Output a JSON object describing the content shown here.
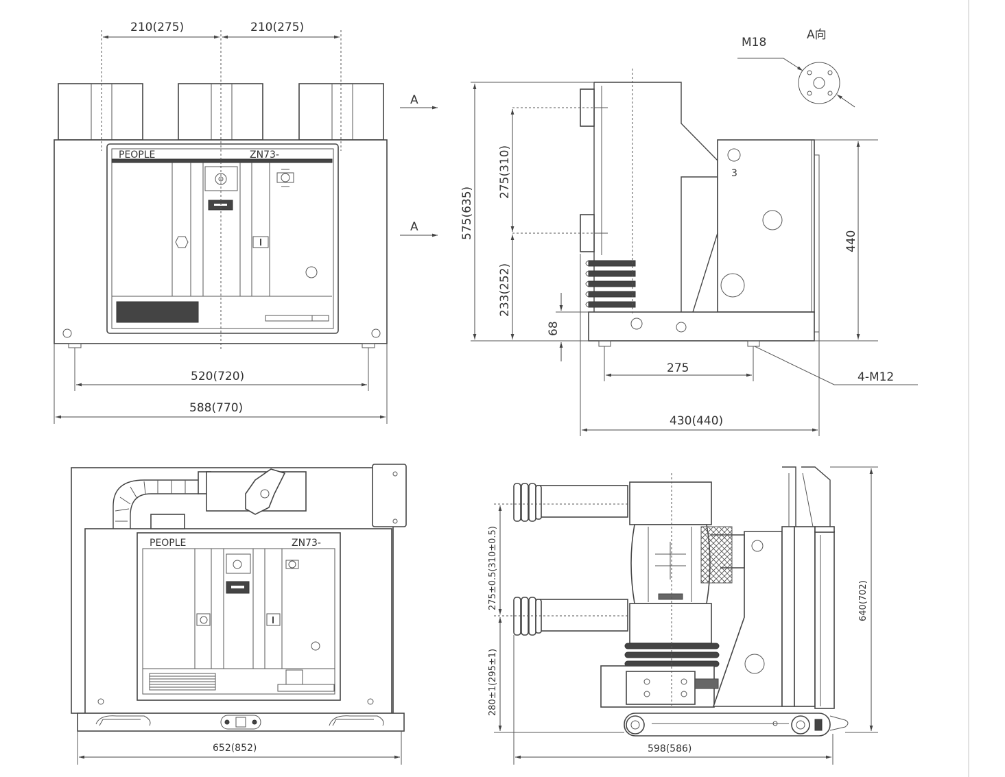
{
  "front_view": {
    "brand": "PEOPLE",
    "model": "ZN73-",
    "dim_pole_spacing_left": "210(275)",
    "dim_pole_spacing_right": "210(275)",
    "dim_mount_width": "520(720)",
    "dim_total_width": "588(770)",
    "arrow_a_top": "A",
    "arrow_a_bottom": "A"
  },
  "side_view": {
    "dim_total_height": "575(635)",
    "dim_upper_pitch": "275(310)",
    "dim_lower": "233(252)",
    "dim_base": "68",
    "dim_panel_height": "440",
    "dim_foot_spacing": "275",
    "dim_depth": "430(440)",
    "label_bolts": "4-M12",
    "label_terminal": "M18",
    "label_view_a": "A向",
    "label_item": "3"
  },
  "handcart_front": {
    "brand": "PEOPLE",
    "model": "ZN73-",
    "dim_total_width": "652(852)"
  },
  "handcart_side": {
    "dim_upper_pitch": "275±0.5(310±0.5)",
    "dim_lower": "280±1(295±1)",
    "dim_total_height": "640(702)",
    "dim_depth": "598(586)"
  },
  "colors": {
    "line": "#444444",
    "fill": "#ffffff",
    "dark": "#444444"
  }
}
